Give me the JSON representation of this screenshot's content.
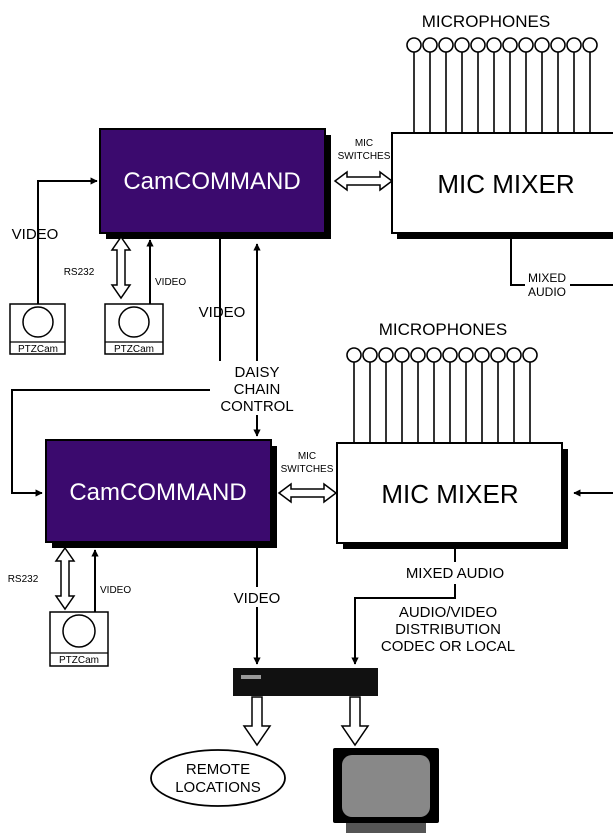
{
  "microphones_top_label": "MICROPHONES",
  "microphones_bottom_label": "MICROPHONES",
  "camcommand_top_label": "CamCOMMAND",
  "camcommand_bottom_label": "CamCOMMAND",
  "mic_mixer_top_label": "MIC MIXER",
  "mic_mixer_bottom_label": "MIC MIXER",
  "mic_switches_top_line1": "MIC",
  "mic_switches_top_line2": "SWITCHES",
  "mic_switches_bottom_line1": "MIC",
  "mic_switches_bottom_line2": "SWITCHES",
  "video_left_label": "VIDEO",
  "rs232_top_label": "RS232",
  "video_small_top_label": "VIDEO",
  "ptzcam_label": "PTZCam",
  "video_mid_label": "VIDEO",
  "daisy_line1": "DAISY",
  "daisy_line2": "CHAIN",
  "daisy_line3": "CONTROL",
  "mixed_audio_top_line1": "MIXED",
  "mixed_audio_top_line2": "AUDIO",
  "rs232_bottom_label": "RS232",
  "video_small_bottom_label": "VIDEO",
  "video_lower_label": "VIDEO",
  "mixed_audio_bottom_label": "MIXED AUDIO",
  "distribution_line1": "AUDIO/VIDEO",
  "distribution_line2": "DISTRIBUTION",
  "distribution_line3": "CODEC OR LOCAL",
  "remote_line1": "REMOTE",
  "remote_line2": "LOCATIONS",
  "colors": {
    "camcommand": "#3b0a6e",
    "monitor_screen": "#888888",
    "distribution_box": "#111111"
  }
}
